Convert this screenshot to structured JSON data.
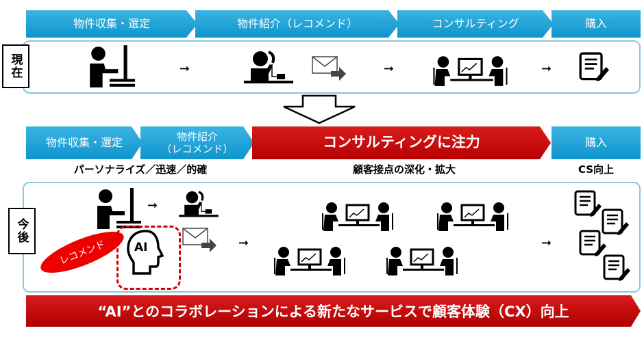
{
  "current": {
    "label": "現在",
    "steps": [
      "物件収集・選定",
      "物件紹介（レコメンド）",
      "コンサルティング",
      "購入"
    ]
  },
  "future": {
    "label": "今後",
    "steps": [
      "物件収集・選定",
      "物件紹介\n（レコメンド）",
      "コンサルティングに注力",
      "購入"
    ],
    "subtitles": [
      "パーソナライズ／迅速／的確",
      "顧客接点の深化・拡大",
      "CS向上"
    ],
    "recommend_badge": "レコメンド",
    "ai_label": "AI"
  },
  "banner": "“AI”とのコラボレーションによる新たなサービスで顧客体験（CX）向上",
  "arrow_glyph": "➞",
  "colors": {
    "blue": "#1a9fd4",
    "red": "#c00000",
    "panel_border": "#8cc6dc"
  }
}
